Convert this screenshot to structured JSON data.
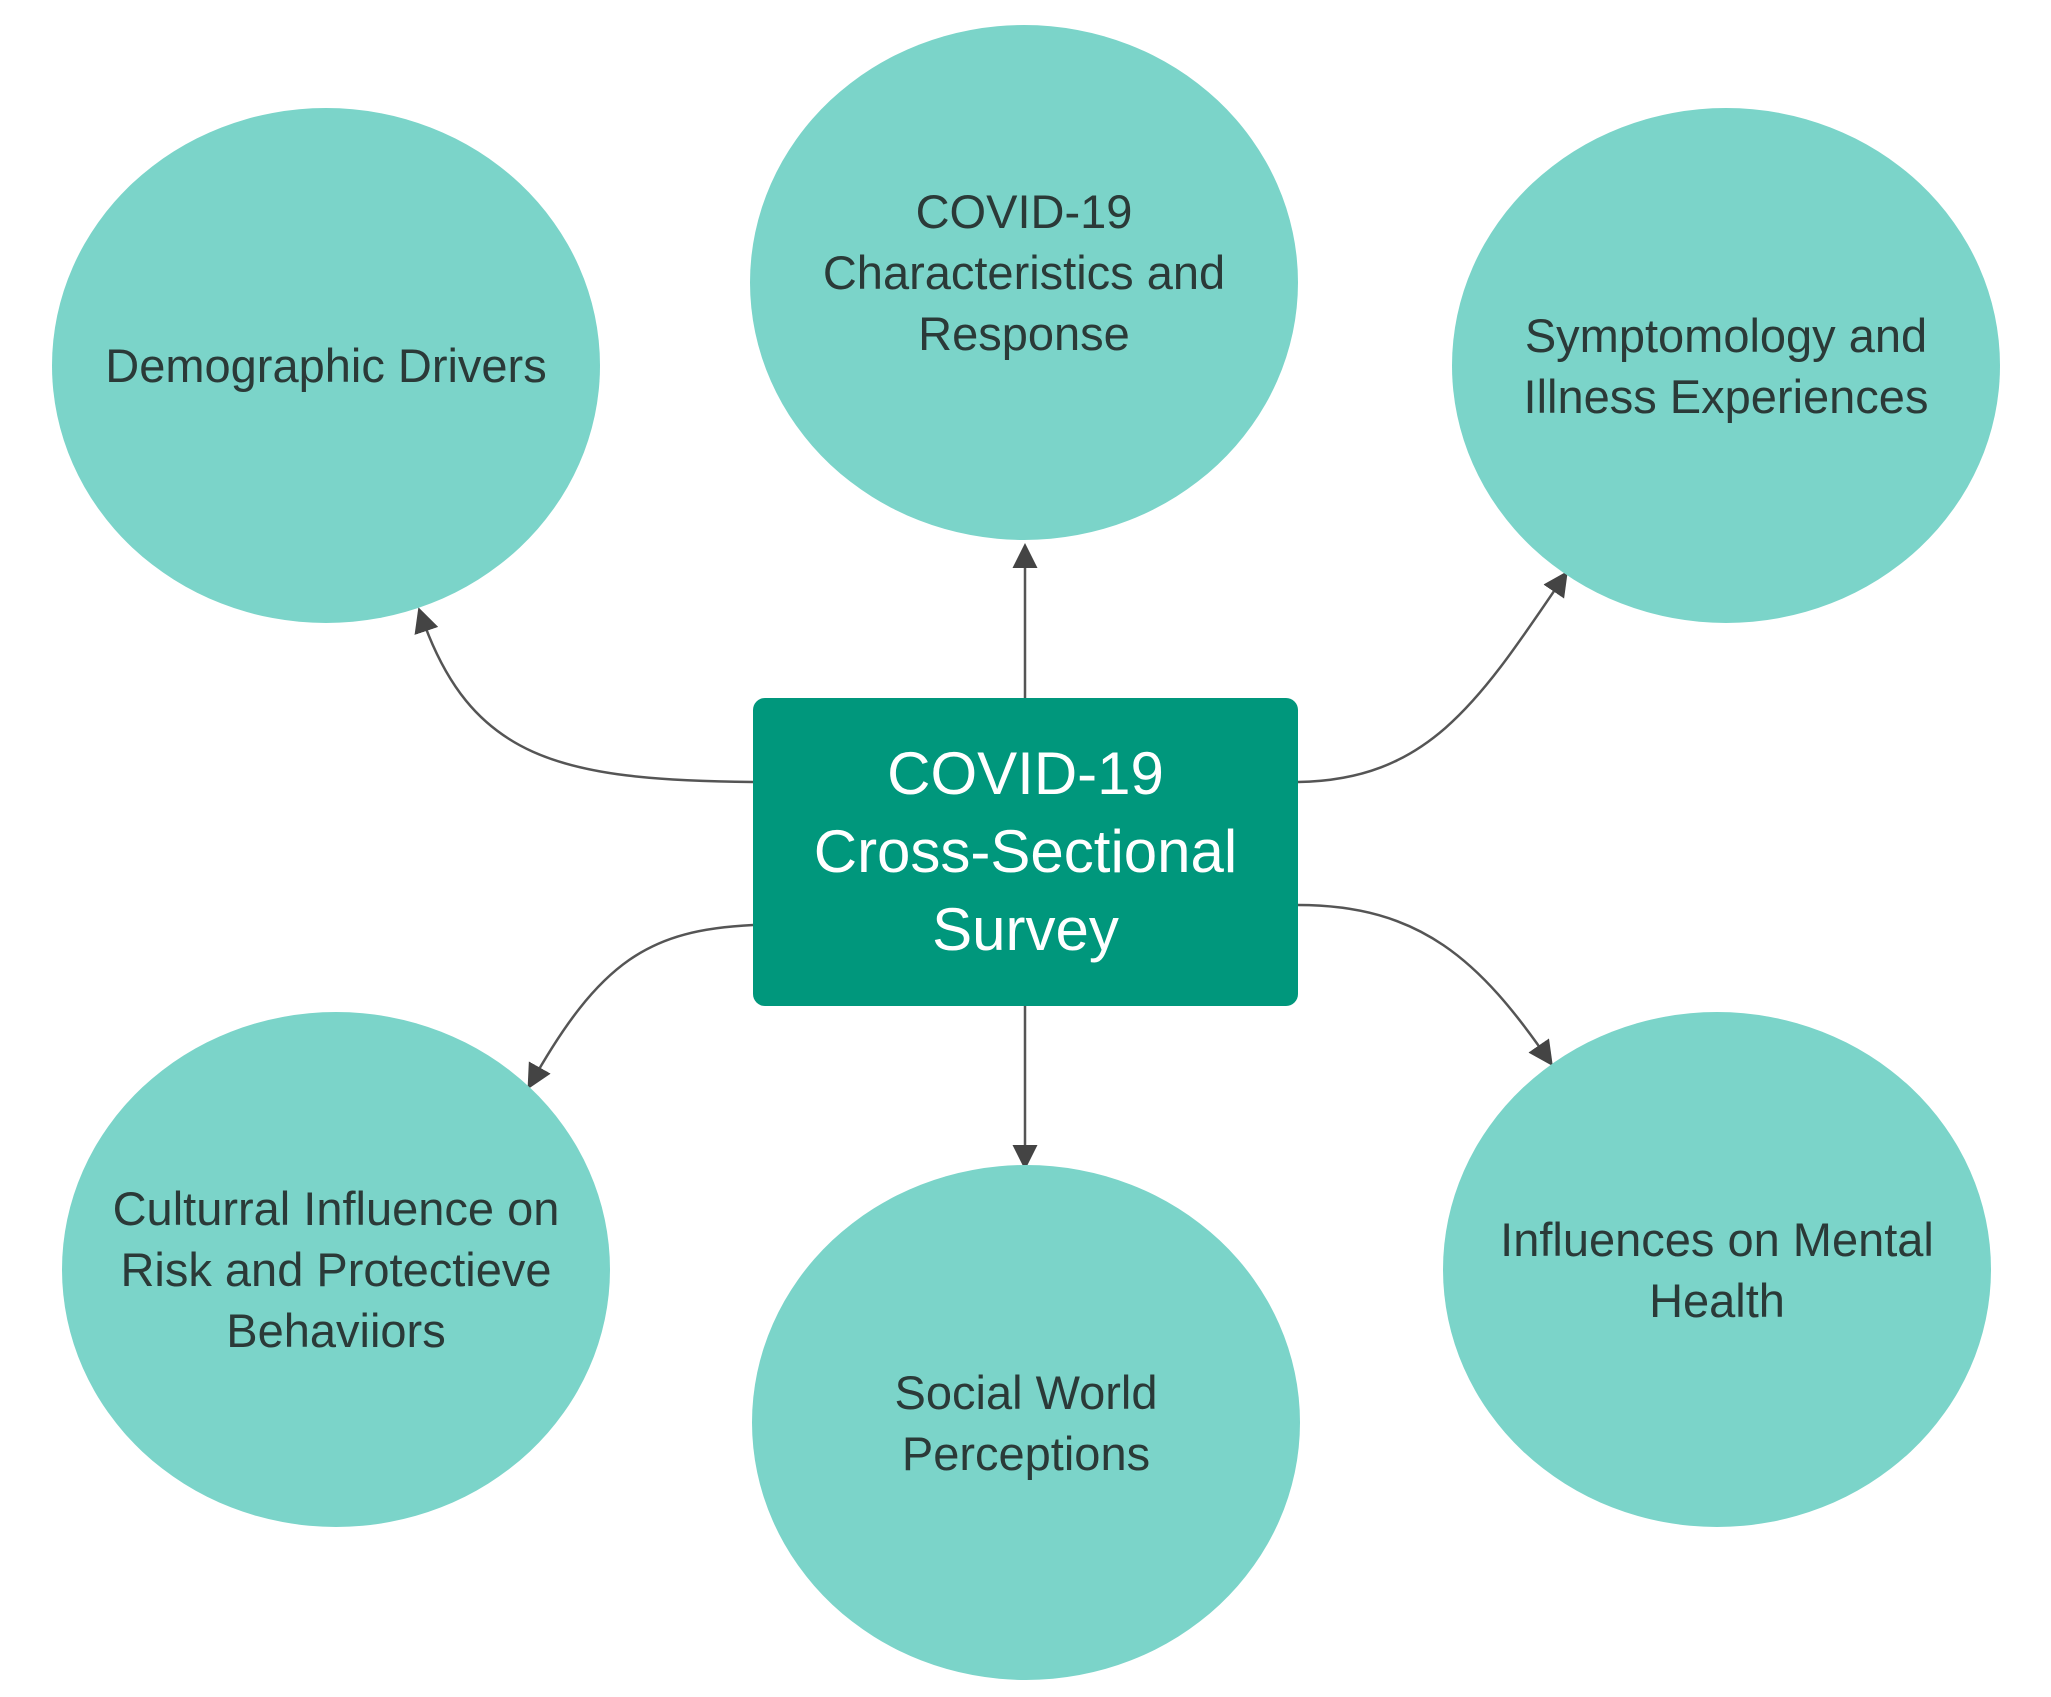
{
  "colors": {
    "circle_fill": "#7bd4c9",
    "circle_text": "#2b3a38",
    "center_fill": "#00977c",
    "center_text": "#ffffff",
    "connector": "#555555"
  },
  "center": {
    "label": "COVID-19\nCross-Sectional\nSurvey"
  },
  "nodes": [
    {
      "id": "demographic-drivers",
      "label": "Demographic Drivers"
    },
    {
      "id": "covid-characteristics",
      "label": "COVID-19\nCharacteristics and\nResponse"
    },
    {
      "id": "symptomology",
      "label": "Symptomology and\nIllness Experiences"
    },
    {
      "id": "cultural-influence",
      "label": "Culturral Influence on\nRisk and Protectieve\nBehaviiors"
    },
    {
      "id": "social-world",
      "label": "Social World\nPerceptions"
    },
    {
      "id": "mental-health",
      "label": "Influences on Mental\nHealth"
    }
  ]
}
